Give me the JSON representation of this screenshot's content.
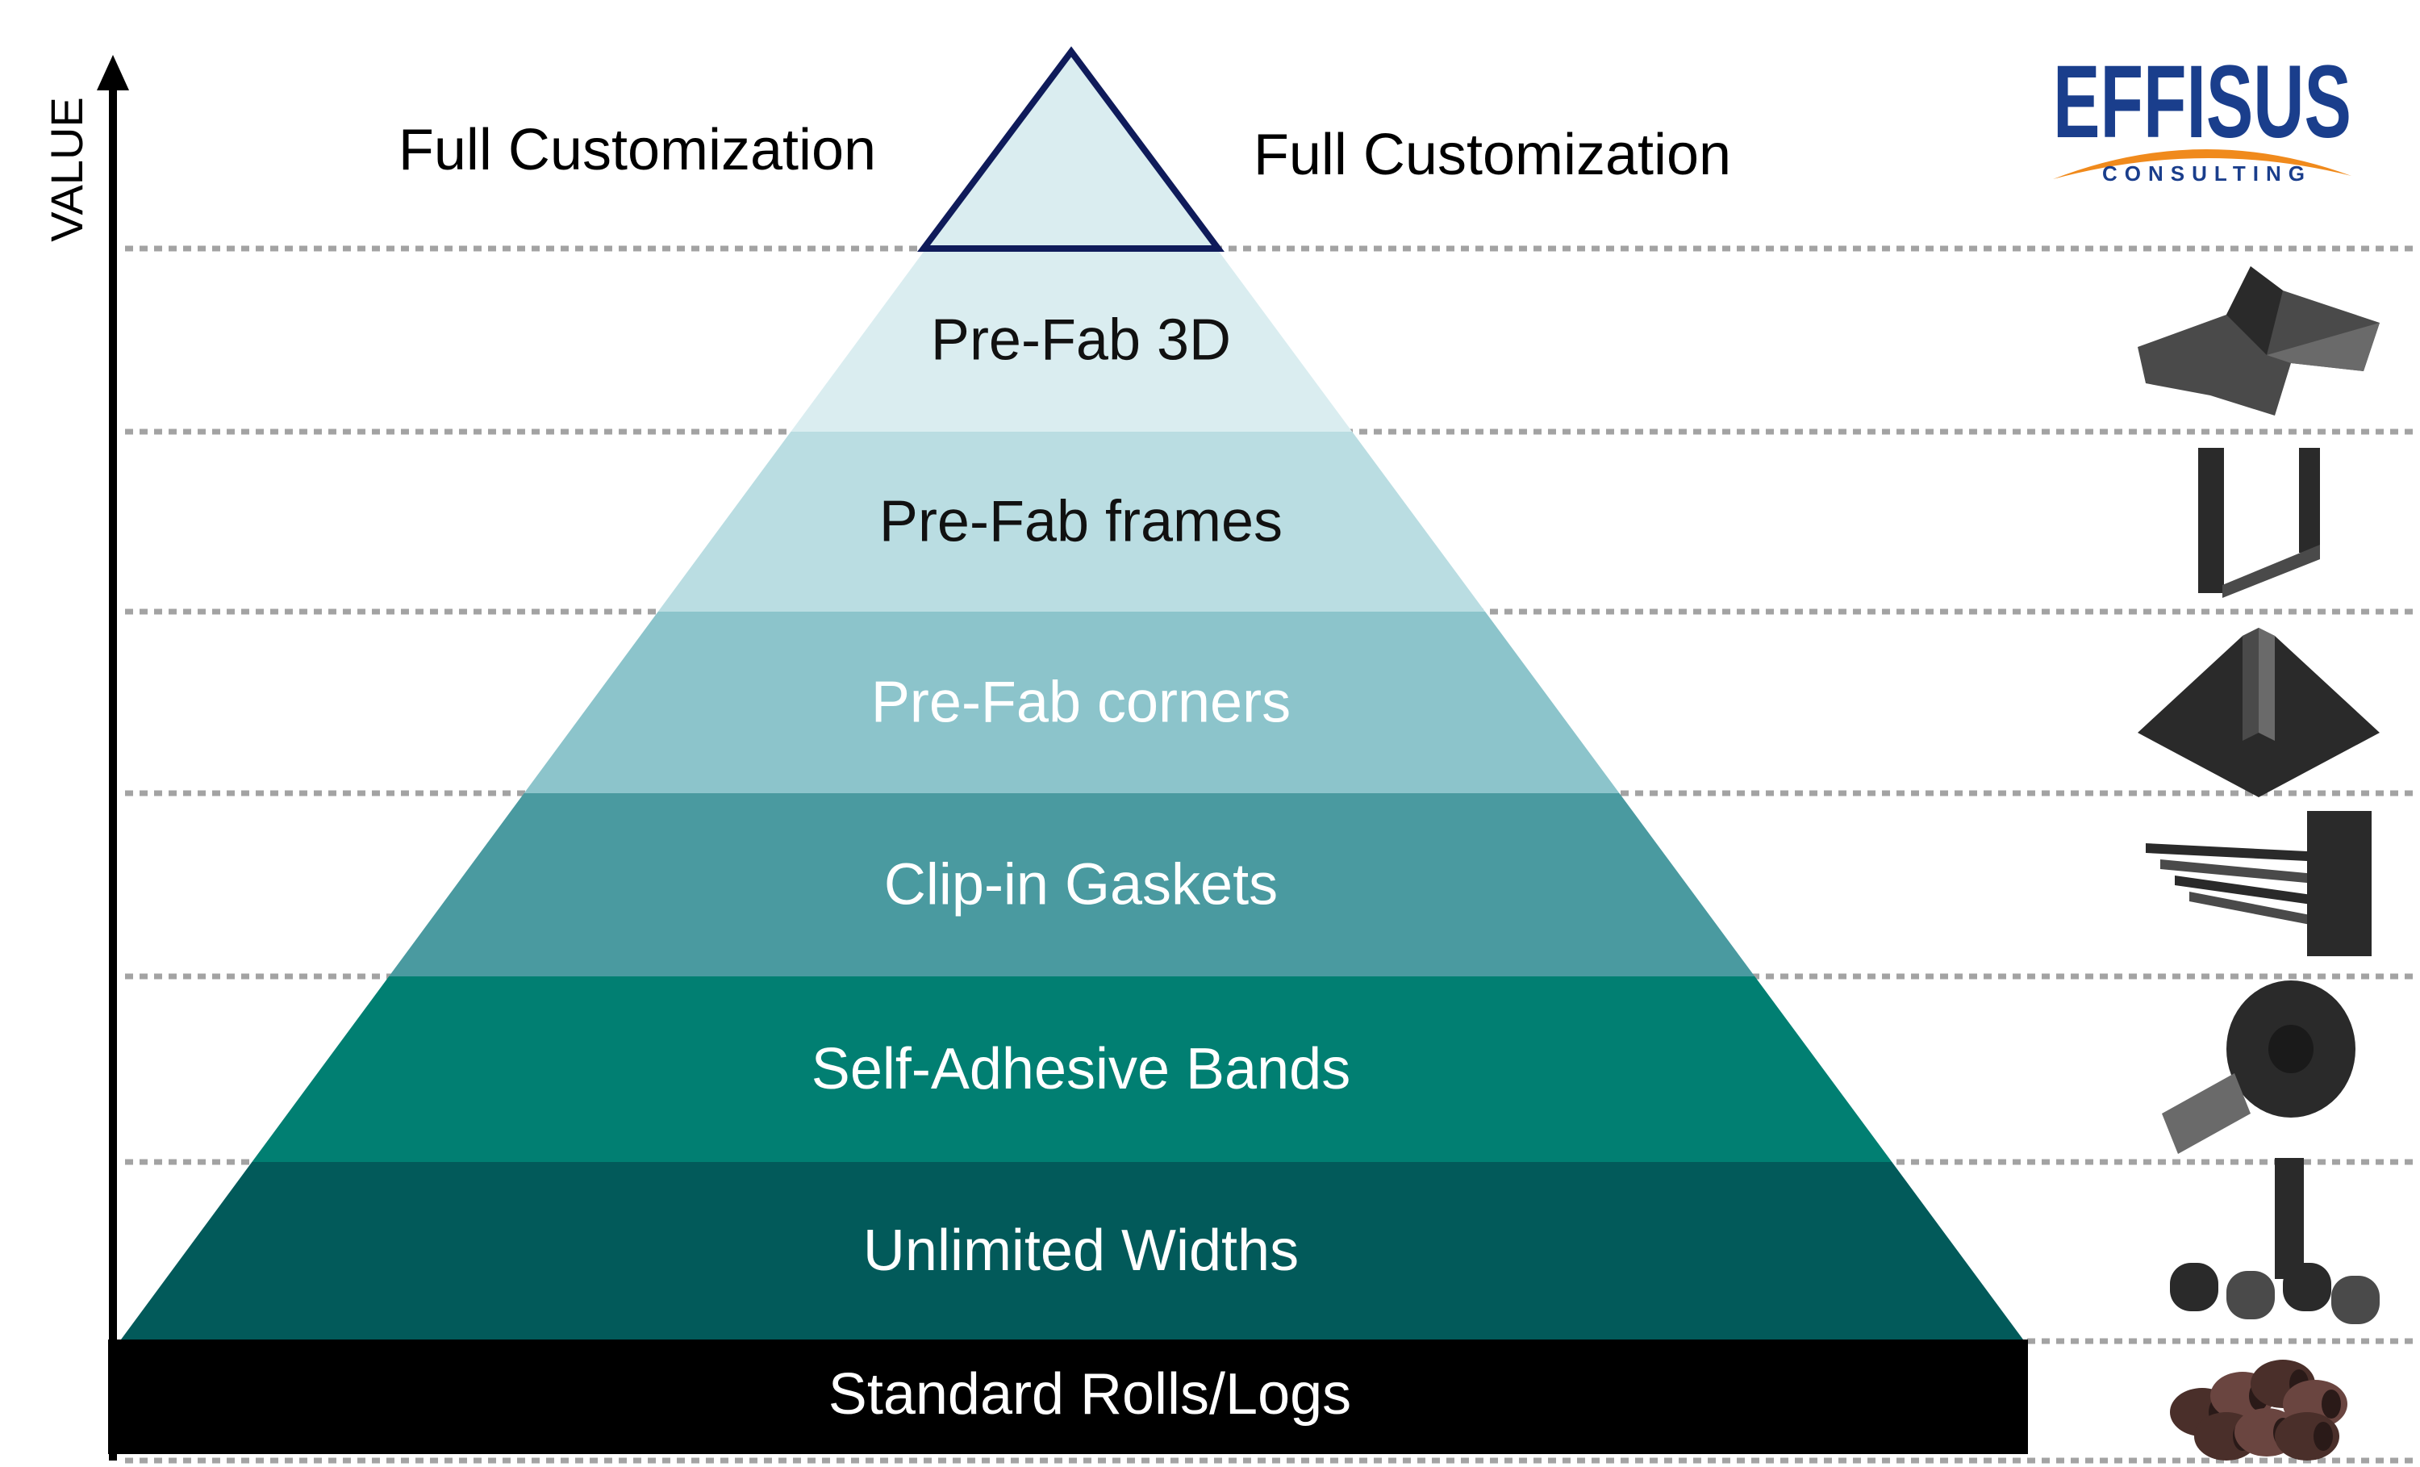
{
  "axis": {
    "label": "VALUE"
  },
  "top": {
    "left_label": "Full Customization",
    "right_label": "Full Customization",
    "apex_color": "#daedf0",
    "apex_outline": "#0f1b5a"
  },
  "tiers": [
    {
      "label": "Pre-Fab 3D",
      "fill": "#daedf0",
      "text_color": "#111111",
      "product_icon": "3d-flashing-icon"
    },
    {
      "label": "Pre-Fab frames",
      "fill": "#badde2",
      "text_color": "#111111",
      "product_icon": "frame-profile-icon"
    },
    {
      "label": "Pre-Fab corners",
      "fill": "#8cc4cb",
      "text_color": "#ffffff",
      "product_icon": "corner-piece-icon"
    },
    {
      "label": "Clip-in Gaskets",
      "fill": "#4a9aa0",
      "text_color": "#ffffff",
      "product_icon": "gasket-strips-icon"
    },
    {
      "label": "Self-Adhesive Bands",
      "fill": "#017f72",
      "text_color": "#ffffff",
      "product_icon": "adhesive-roll-icon"
    },
    {
      "label": "Unlimited Widths",
      "fill": "#025a5a",
      "text_color": "#ffffff",
      "product_icon": "wide-rolls-icon"
    }
  ],
  "base": {
    "label": "Standard Rolls/Logs",
    "fill": "#000000",
    "text_color": "#ffffff",
    "product_icon": "roll-stack-icon"
  },
  "logo": {
    "word": "EFFISUS",
    "sub": "CONSULTING",
    "word_color": "#1a3e8c",
    "swoosh_color": "#f08a1c",
    "sub_color": "#1a3e8c"
  },
  "colors": {
    "divider": "#a3a3a3",
    "axis": "#000000"
  }
}
